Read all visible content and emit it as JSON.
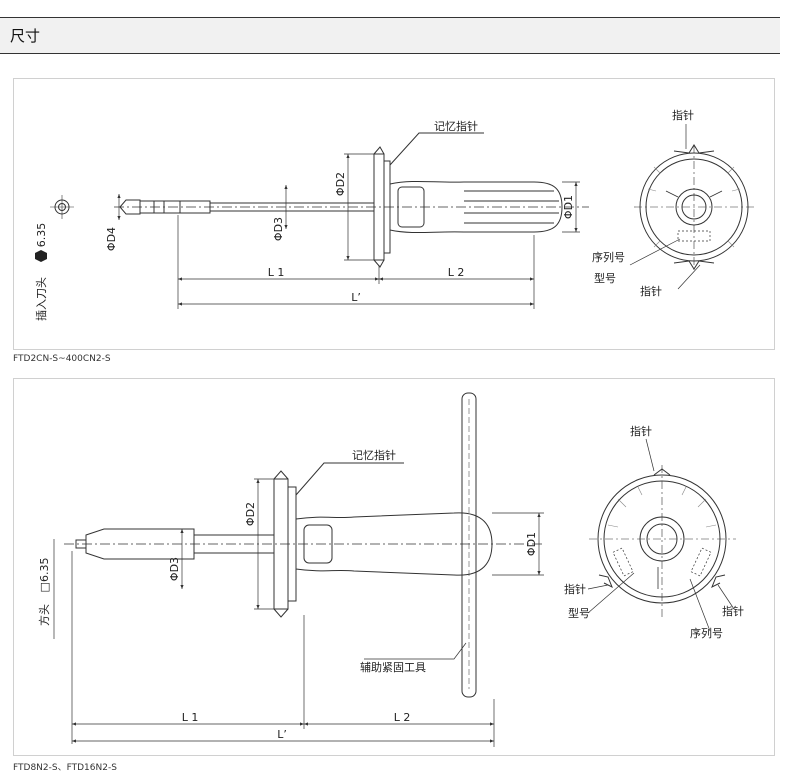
{
  "header": {
    "title": "尺寸"
  },
  "panel1": {
    "caption": "FTD2CN-S~400CN2-S",
    "labels": {
      "memory_pointer": "记忆指针",
      "pointer_top": "指针",
      "serial": "序列号",
      "model": "型号",
      "pointer_bottom": "指针",
      "d1": "ΦD1",
      "d2": "ΦD2",
      "d3": "ΦD3",
      "d4": "ΦD4",
      "l1": "L 1",
      "l2": "L 2",
      "lp": "L’",
      "bit_size": "6.35",
      "bit_note": "插入刀头"
    }
  },
  "panel2": {
    "caption": "FTD8N2-S、FTD16N2-S",
    "labels": {
      "memory_pointer": "记忆指针",
      "pointer_top": "指针",
      "pointer_left": "指针",
      "model": "型号",
      "pointer_right": "指针",
      "serial": "序列号",
      "aux": "辅助紧固工具",
      "d1": "ΦD1",
      "d2": "ΦD2",
      "d3": "ΦD3",
      "l1": "L 1",
      "l2": "L 2",
      "lp": "L’",
      "square_size": "6.35",
      "square_prefix": "□",
      "square_note": "方头"
    }
  }
}
